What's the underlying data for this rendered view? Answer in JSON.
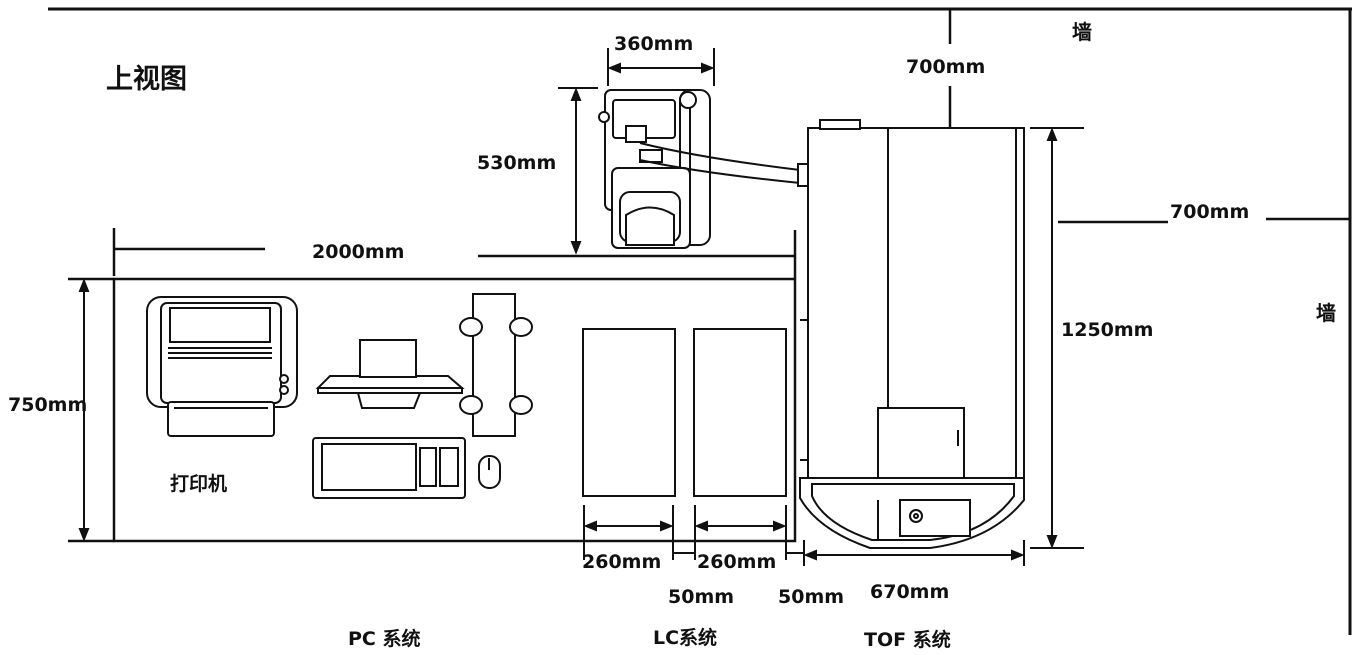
{
  "title": "上视图",
  "walls": {
    "top": "墙",
    "right": "墙"
  },
  "dimensions": {
    "pump_width": "360mm",
    "pump_depth": "530mm",
    "wall_gap_top": "700mm",
    "wall_gap_right": "700mm",
    "table_length": "2000mm",
    "table_depth": "750mm",
    "tof_depth": "1250mm",
    "tof_width": "670mm",
    "lc_width_1": "260mm",
    "lc_width_2": "260mm",
    "lc_gap": "50mm",
    "lc_tof_gap": "50mm"
  },
  "labels": {
    "printer": "打印机",
    "pc_system": "PC 系统",
    "lc_system": "LC系统",
    "tof_system": "TOF 系统"
  },
  "colors": {
    "line": "#111111",
    "fill": "#ffffff"
  }
}
